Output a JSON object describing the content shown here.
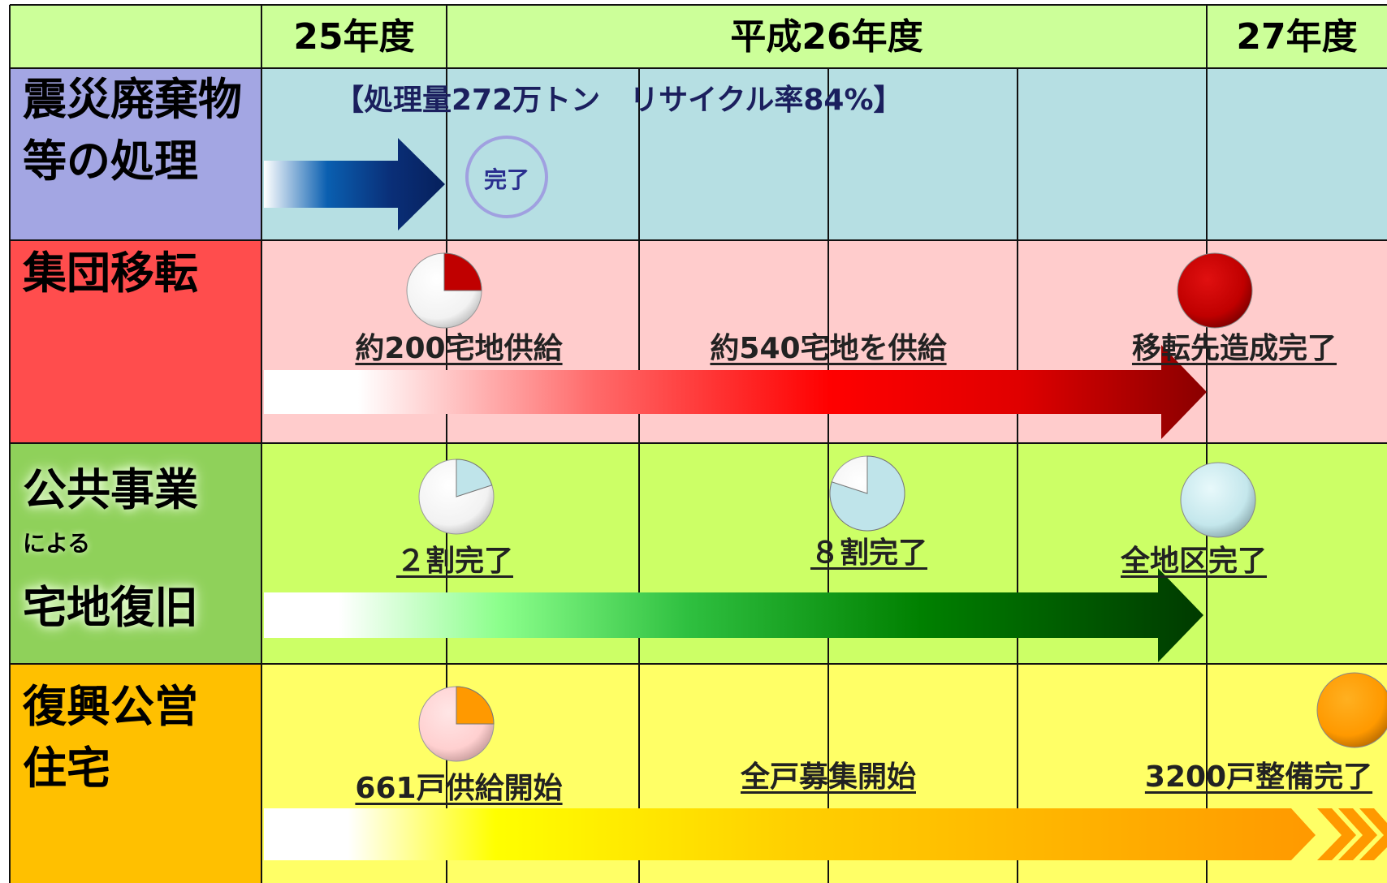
{
  "header": {
    "fy25": "25年度",
    "fy26": "平成26年度",
    "fy27": "27年度"
  },
  "rows": {
    "debris": {
      "label_line1": "震災廃棄物",
      "label_line2": "等の処理",
      "summary": "【処理量272万トン　リサイクル率84%】",
      "done_badge": "完了"
    },
    "relocation": {
      "label": "集団移転",
      "milestones": [
        "約200宅地供給",
        "約540宅地を供給",
        "移転先造成完了"
      ],
      "progress": [
        0.25,
        1.0
      ]
    },
    "public_works": {
      "label_line1": "公共事業",
      "label_line2": "による",
      "label_line3": "宅地復旧",
      "milestones": [
        "２割完了",
        "８割完了",
        "全地区完了"
      ],
      "progress": [
        0.2,
        0.8,
        1.0
      ]
    },
    "housing": {
      "label_line1": "復興公営",
      "label_line2": "住宅",
      "milestones": [
        "661戸供給開始",
        "全戸募集開始",
        "3200戸整備完了"
      ],
      "progress": [
        0.25,
        1.0
      ]
    }
  },
  "colors": {
    "header_bg": "#ccff99",
    "debris_label": "#a3a6e3",
    "debris_row": "#b6dfe3",
    "relocation_label": "#ff4d4d",
    "relocation_row": "#ffcccc",
    "public_label": "#8fd15a",
    "public_row": "#ccff66",
    "housing_label": "#ffc000",
    "housing_row": "#ffff66"
  }
}
